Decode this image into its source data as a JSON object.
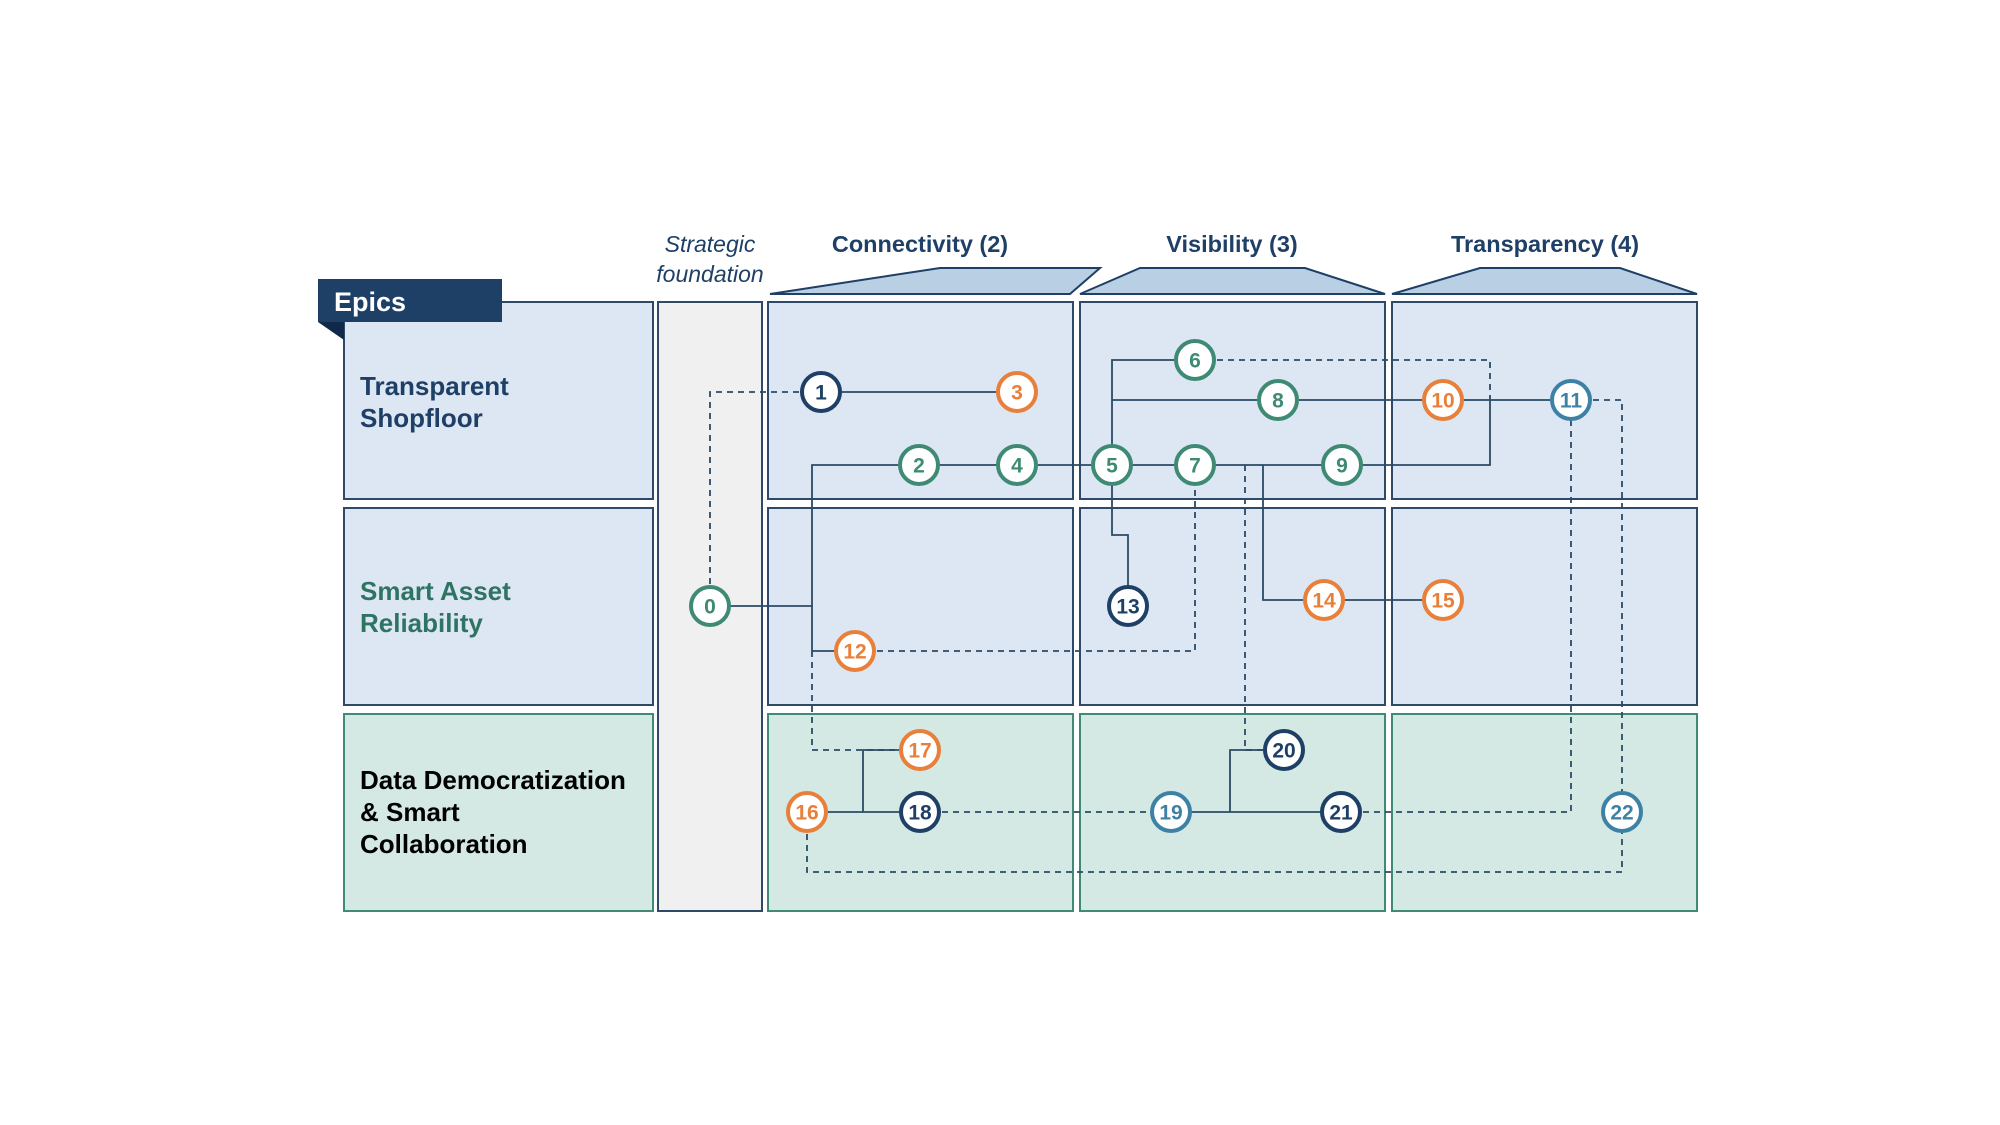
{
  "header": {
    "epics_label": "Epics",
    "strategic_line1": "Strategic",
    "strategic_line2": "foundation",
    "columns": [
      "Connectivity (2)",
      "Visibility (3)",
      "Transparency (4)"
    ]
  },
  "rows": [
    {
      "lines": [
        "Transparent",
        "Shopfloor"
      ],
      "fill": "#dce7f3",
      "text_color": "#1e3f66"
    },
    {
      "lines": [
        "Smart Asset",
        "Reliability"
      ],
      "fill": "#dce7f3",
      "text_color": "#1e3f66"
    },
    {
      "lines": [
        "Data Democratization",
        "& Smart",
        "Collaboration"
      ],
      "fill": "#d4e9e3",
      "text_color": "#2f7363"
    }
  ],
  "colors": {
    "navy": "#1e3f66",
    "teal_green": "#3f8a74",
    "orange": "#e87f3a",
    "steel_blue": "#3d82a6",
    "strategic_fill": "#f0f0f0",
    "row_border_blue": "#2f4a68",
    "row_border_green": "#3f8a74"
  },
  "nodes": [
    {
      "id": "0",
      "kind": "green"
    },
    {
      "id": "1",
      "kind": "navy"
    },
    {
      "id": "2",
      "kind": "green"
    },
    {
      "id": "3",
      "kind": "orange"
    },
    {
      "id": "4",
      "kind": "green"
    },
    {
      "id": "5",
      "kind": "green"
    },
    {
      "id": "6",
      "kind": "green"
    },
    {
      "id": "7",
      "kind": "green"
    },
    {
      "id": "8",
      "kind": "green"
    },
    {
      "id": "9",
      "kind": "green"
    },
    {
      "id": "10",
      "kind": "orange"
    },
    {
      "id": "11",
      "kind": "blue"
    },
    {
      "id": "12",
      "kind": "orange"
    },
    {
      "id": "13",
      "kind": "navy"
    },
    {
      "id": "14",
      "kind": "orange"
    },
    {
      "id": "15",
      "kind": "orange"
    },
    {
      "id": "16",
      "kind": "orange"
    },
    {
      "id": "17",
      "kind": "orange"
    },
    {
      "id": "18",
      "kind": "navy"
    },
    {
      "id": "19",
      "kind": "blue"
    },
    {
      "id": "20",
      "kind": "navy"
    },
    {
      "id": "21",
      "kind": "navy"
    },
    {
      "id": "22",
      "kind": "blue"
    }
  ]
}
